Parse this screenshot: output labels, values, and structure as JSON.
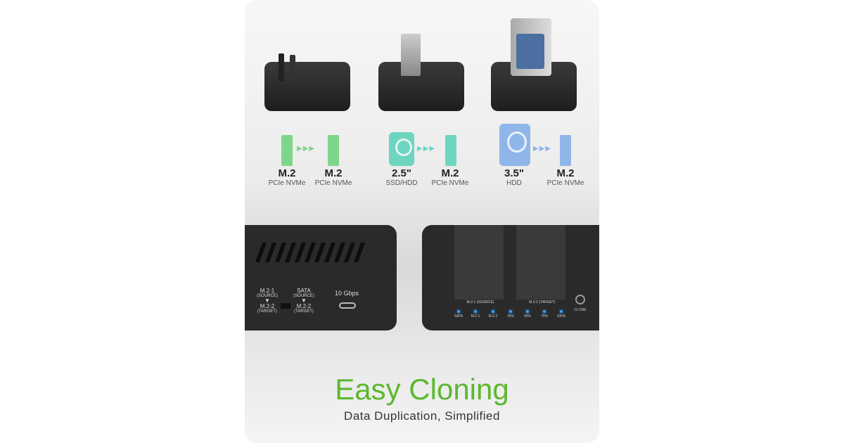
{
  "modes": [
    {
      "source": {
        "name": "M.2",
        "detail": "PCIe NVMe"
      },
      "target": {
        "name": "M.2",
        "detail": "PCIe NVMe"
      },
      "color": "#7fd68a"
    },
    {
      "source": {
        "name": "2.5\"",
        "detail": "SSD/HDD"
      },
      "target": {
        "name": "M.2",
        "detail": "PCIe NVMe"
      },
      "color": "#6dd5c0"
    },
    {
      "source": {
        "name": "3.5\"",
        "detail": "HDD"
      },
      "target": {
        "name": "M.2",
        "detail": "PCIe NVMe"
      },
      "color": "#8fb6e8"
    }
  ],
  "rear_panel": {
    "switch_left": {
      "source": "M.2-1",
      "source_tag": "(SOURCE)",
      "target": "M.2-2",
      "target_tag": "(TARGET)"
    },
    "switch_right": {
      "source": "SATA",
      "source_tag": "(SOURCE)",
      "target": "M.2-2",
      "target_tag": "(TARGET)"
    },
    "port_label": "10 Gbps"
  },
  "front_panel": {
    "slot1": "M.2-1 (SOURCE)",
    "slot2": "M.2-2 (TARGET)",
    "leds": [
      "SATA",
      "M.2-1",
      "M.2-2",
      "25%",
      "50%",
      "75%",
      "100%"
    ],
    "clone_label": "CLONE"
  },
  "headline": "Easy Cloning",
  "subheadline": "Data Duplication, Simplified",
  "accent": "#5cb82f"
}
